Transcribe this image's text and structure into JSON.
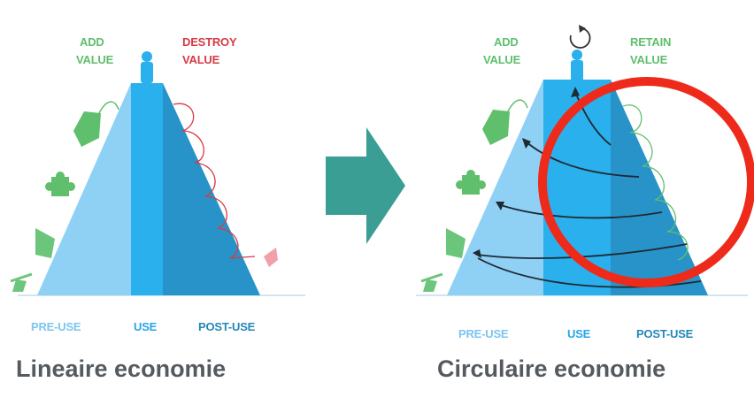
{
  "colors": {
    "pre_use": "#8fd0f5",
    "use": "#2ab0ec",
    "post_use": "#2793c9",
    "add_value": "#5fbf6c",
    "destroy_value": "#d63b46",
    "arrow": "#3a9e95",
    "highlight_circle": "#ee2a1a"
  },
  "linear": {
    "label_add_line1": "ADD",
    "label_add_line2": "VALUE",
    "label_destroy_line1": "DESTROY",
    "label_destroy_line2": "VALUE",
    "axis_pre_use": "PRE-USE",
    "axis_use": "USE",
    "axis_post_use": "POST-USE",
    "caption": "Lineaire economie"
  },
  "circular": {
    "label_add_line1": "ADD",
    "label_add_line2": "VALUE",
    "label_retain_line1": "RETAIN",
    "label_retain_line2": "VALUE",
    "axis_pre_use": "PRE-USE",
    "axis_use": "USE",
    "axis_post_use": "POST-USE",
    "caption": "Circulaire economie"
  },
  "icons": [
    "price-tag-icon",
    "puzzle-piece-icon",
    "hand-icon",
    "oil-pump-icon",
    "person-icon",
    "refresh-arrow-icon",
    "transition-arrow-icon",
    "highlight-circle"
  ]
}
